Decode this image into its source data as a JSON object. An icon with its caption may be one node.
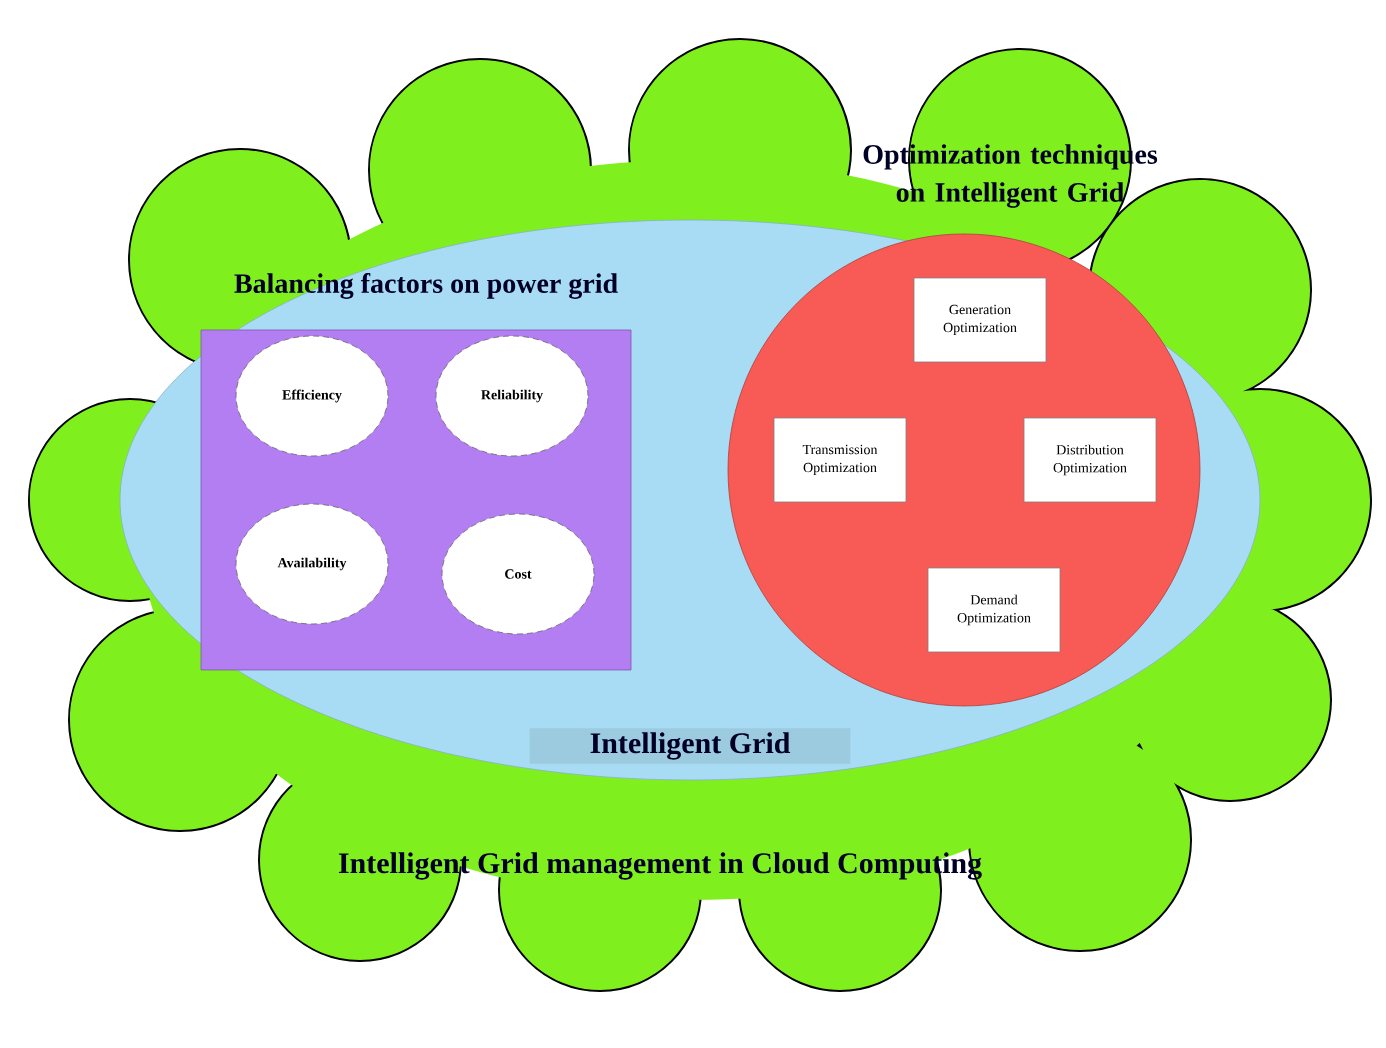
{
  "diagram": {
    "nodes": [
      {
        "text": [
          "Intelligent Grid management in Cloud Computing"
        ]
      },
      {
        "text": [
          "Intelligent Grid"
        ],
        "in": 0
      },
      {
        "text": [
          "Balancing factors on power grid"
        ],
        "in": 1
      },
      {
        "text": [
          "Efficiency"
        ],
        "in": 2
      },
      {
        "text": [
          "Reliability"
        ],
        "in": 2
      },
      {
        "text": [
          "Availability"
        ],
        "in": 2
      },
      {
        "text": [
          "Cost"
        ],
        "in": 2
      },
      {
        "text": [
          "Optimization techniques on Intelligent Grid"
        ],
        "in": 1
      },
      {
        "text": [
          "Generation Optimization"
        ],
        "in": 7
      },
      {
        "text": [
          "Transmission Optimization"
        ],
        "in": 7
      },
      {
        "text": [
          "Distribution Optimization"
        ],
        "in": 7
      },
      {
        "text": [
          "Demand Optimization"
        ],
        "in": 7
      }
    ],
    "edges": []
  }
}
